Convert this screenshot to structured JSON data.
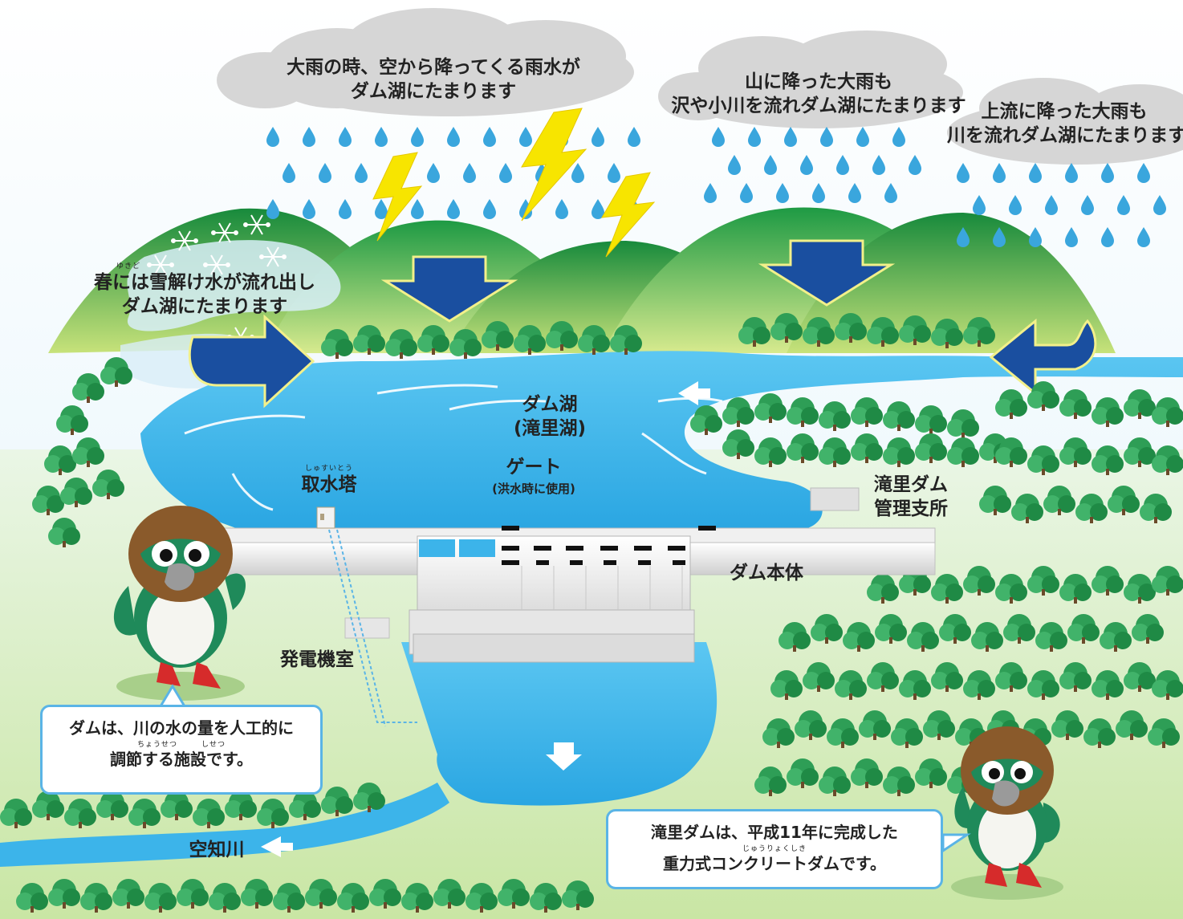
{
  "labels": {
    "rain_cloud": [
      "大雨の時、空から降ってくる雨水が",
      "ダム湖にたまります"
    ],
    "mountain_rain": [
      "山に降った大雨も",
      "沢や小川を流れダム湖にたまります"
    ],
    "upstream_rain": [
      "上流に降った大雨も",
      "川を流れダム湖にたまります"
    ],
    "snowmelt": [
      "春には雪解け水が流れ出し",
      "ダム湖にたまります"
    ],
    "snowmelt_ruby": "ゆきど",
    "dam_lake": [
      "ダム湖",
      "(滝里湖)"
    ],
    "intake_tower": "取水塔",
    "intake_tower_ruby": "しゅすいとう",
    "gate": "ゲート",
    "gate_note": "(洪水時に使用)",
    "office": [
      "滝里ダム",
      "管理支所"
    ],
    "dam_body": "ダム本体",
    "power_room": "発電機室",
    "river": "空知川"
  },
  "bubbles": {
    "left": [
      "ダムは、川の水の量を人工的に",
      "調節する施設です。"
    ],
    "left_ruby": "ちょうせつ　　　しせつ",
    "right": [
      "滝里ダムは、平成11年に完成した",
      "重力式コンクリートダムです。"
    ],
    "right_ruby": "じゅうりょくしき"
  },
  "colors": {
    "sky_top": "#e6f4fb",
    "cloud": "#d9d9d9",
    "raindrop": "#3aa6dd",
    "lightning": "#f7e500",
    "mountain_dark": "#1f8a3a",
    "mountain_light": "#b9dc6a",
    "lake": "#3cb4ea",
    "arrow_blue": "#1a4fa0",
    "arrow_outline": "#f2f08a",
    "tree": "#2f9e55",
    "concrete": "#e8e8e8",
    "mascot_head": "#8a5a2b",
    "mascot_green": "#1f8a5a",
    "mascot_feet": "#d62b2b"
  },
  "icons": [
    "raindrop-icon",
    "lightning-icon",
    "snowflake-icon",
    "flow-arrow-icon",
    "tree-icon",
    "mascot-bird-icon"
  ]
}
